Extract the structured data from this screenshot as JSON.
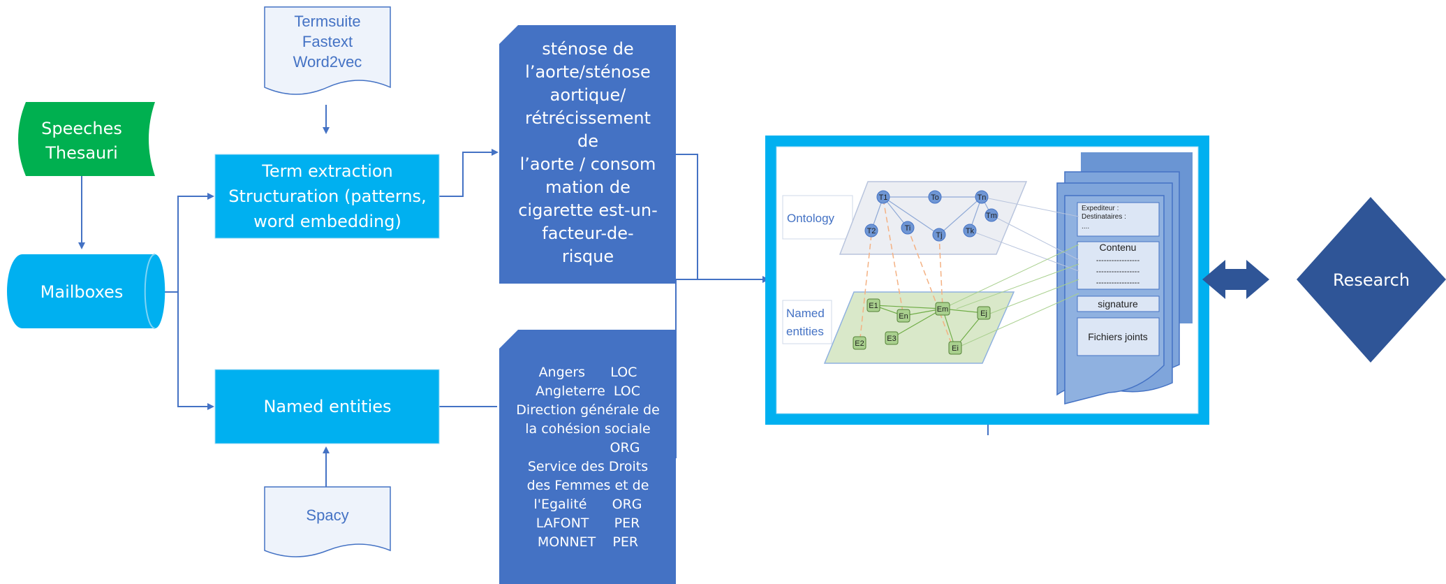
{
  "sources": {
    "speeches": [
      "Speeches",
      "Thesauri"
    ],
    "mailboxes": "Mailboxes",
    "tools_top": [
      "Termsuite",
      "Fastext",
      "Word2vec"
    ],
    "tools_bottom": "Spacy"
  },
  "process": {
    "term_extraction": [
      "Term extraction",
      "Structuration (patterns,",
      "word embedding)"
    ],
    "named_entities": "Named entities"
  },
  "outputs": {
    "terms": [
      "sténose de",
      "l’aorte/sténose",
      "aortique/",
      "rétrécissement",
      "de",
      "l’aorte / consom",
      "mation de",
      "cigarette est-un-",
      "facteur-de-",
      "risque"
    ],
    "entities": [
      "Angers      LOC",
      "Angleterre  LOC",
      "Direction générale de",
      "la cohésion sociale",
      "ORG",
      "Service des Droits",
      "des Femmes et de",
      "l'Egalité      ORG",
      "LAFONT      PER",
      "MONNET    PER"
    ]
  },
  "graph": {
    "ontology_label": "Ontology",
    "named_entities_label": [
      "Named",
      "entities"
    ],
    "term_nodes": [
      "T1",
      "To",
      "Tn",
      "Tm",
      "Ti",
      "Tj",
      "Tk",
      "T2"
    ],
    "entity_nodes": [
      "E1",
      "En",
      "Em",
      "Ej",
      "E2",
      "E3",
      "Ei"
    ],
    "email": {
      "header": [
        "Expediteur :",
        "Destinataires :",
        "...."
      ],
      "content": "Contenu",
      "content_lines": [
        "-----------------",
        "-----------------",
        "-----------------"
      ],
      "signature": "signature",
      "attachments": "Fichiers joints"
    }
  },
  "research": "Research",
  "colors": {
    "cyan": "#00b0f0",
    "blue": "#4472c4",
    "green": "#00b050",
    "navy": "#2f5597"
  }
}
